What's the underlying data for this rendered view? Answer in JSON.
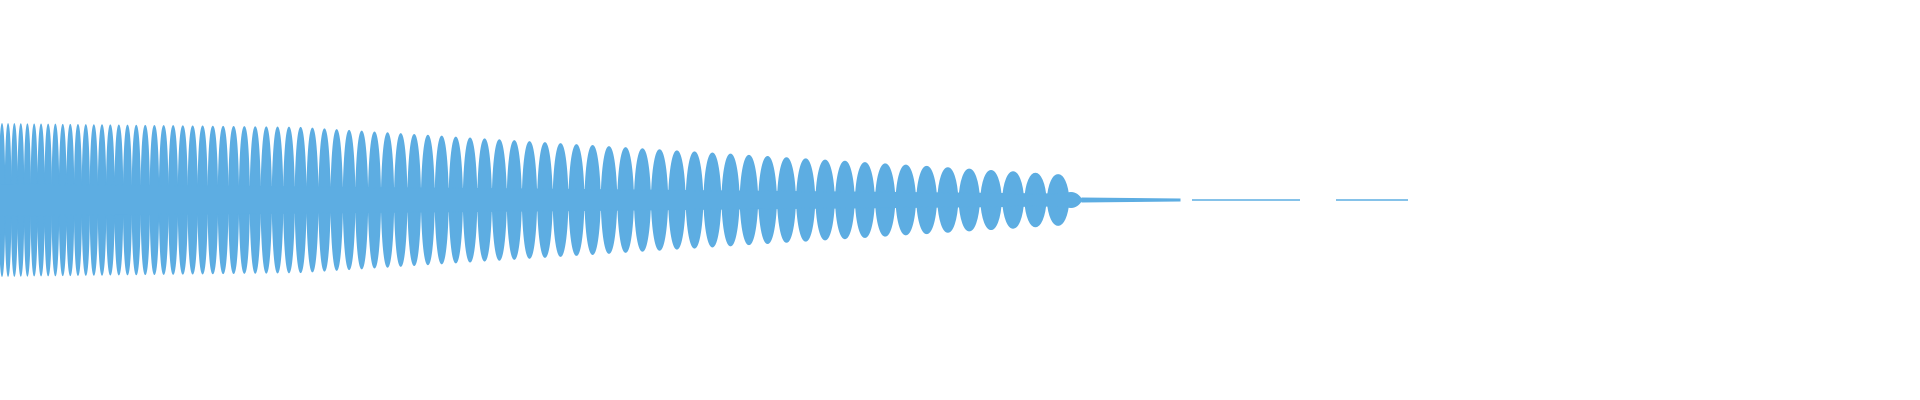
{
  "waveform": {
    "color": "#5dade2",
    "background": "#ffffff",
    "style": "decaying oscillation envelope, centered on baseline",
    "segments": [
      {
        "kind": "dense-burst",
        "amplitude": 1.0
      },
      {
        "kind": "decaying-lobes",
        "amplitude_start": 1.0,
        "amplitude_end": 0.3
      },
      {
        "kind": "tail-wiggle",
        "amplitude": 0.08
      },
      {
        "kind": "flat-line",
        "amplitude": 0.01
      },
      {
        "kind": "flat-line",
        "amplitude": 0.005
      },
      {
        "kind": "flat-line",
        "amplitude": 0.005
      }
    ]
  }
}
